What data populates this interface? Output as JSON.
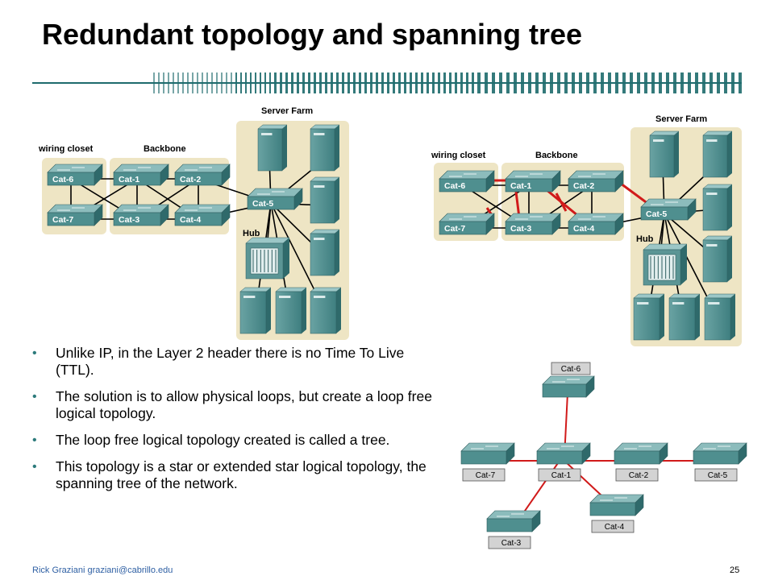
{
  "slide": {
    "title": "Redundant topology and spanning tree",
    "page_number": "25",
    "footer": "Rick Graziani  graziani@cabrillo.edu"
  },
  "bullets": [
    "Unlike IP, in the Layer 2 header there is no Time To Live (TTL).",
    "The solution is to allow physical loops, but create a loop free logical topology.",
    "The loop free logical topology created is called a tree.",
    "This topology is a star or extended star logical topology, the spanning tree of the network."
  ],
  "left_diagram": {
    "wiring_closet": "wiring closet",
    "backbone": "Backbone",
    "server_farm": "Server Farm",
    "hub": "Hub",
    "switches": [
      "Cat-6",
      "Cat-1",
      "Cat-2",
      "Cat-7",
      "Cat-3",
      "Cat-4",
      "Cat-5"
    ]
  },
  "right_diagram": {
    "wiring_closet": "wiring closet",
    "backbone": "Backbone",
    "server_farm": "Server Farm",
    "hub": "Hub",
    "switches": [
      "Cat-6",
      "Cat-1",
      "Cat-2",
      "Cat-7",
      "Cat-3",
      "Cat-4",
      "Cat-5"
    ]
  },
  "tree_diagram": {
    "nodes": [
      "Cat-6",
      "Cat-7",
      "Cat-1",
      "Cat-2",
      "Cat-5",
      "Cat-3",
      "Cat-4"
    ]
  },
  "colors": {
    "panel": "#eee5c4",
    "switch": "#4f8f8f",
    "server": "#5b9595",
    "blocked_link": "#d11a1a",
    "bullet": "#2c7a7b",
    "footer": "#2e5fa3"
  }
}
